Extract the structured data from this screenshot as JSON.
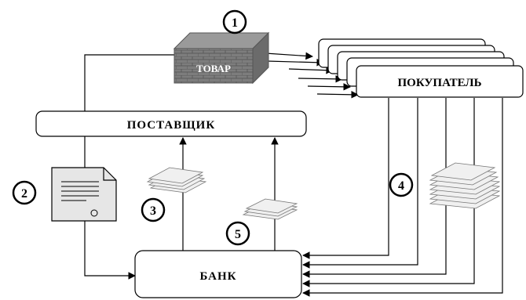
{
  "goods": {
    "label": "ТОВАР"
  },
  "supplier": {
    "label": "ПОСТАВЩИК"
  },
  "buyer": {
    "label": "ПОКУПАТЕЛЬ"
  },
  "bank": {
    "label": "БАНК"
  },
  "markers": [
    "1",
    "2",
    "3",
    "4",
    "5"
  ],
  "colors": {
    "line": "#000000",
    "crate": "#7d7d7d",
    "paper": "#e6e6e6"
  }
}
